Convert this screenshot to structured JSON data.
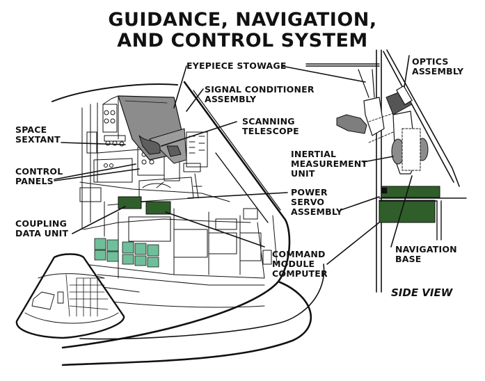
{
  "title": {
    "line1": "GUIDANCE, NAVIGATION,",
    "line2": "AND CONTROL SYSTEM"
  },
  "labels": {
    "eyepiece_stowage": "EYEPIECE STOWAGE",
    "signal_conditioner": "SIGNAL CONDITIONER\nASSEMBLY",
    "scanning_telescope": "SCANNING\nTELESCOPE",
    "space_sextant": "SPACE\nSEXTANT",
    "control_panels": "CONTROL\nPANELS",
    "coupling_data_unit": "COUPLING\nDATA UNIT",
    "power_servo": "POWER\nSERVO\nASSEMBLY",
    "command_module_computer": "COMMAND\nMODULE\nCOMPUTER",
    "optics_assembly": "OPTICS\nASSEMBLY",
    "inertial_measurement_unit": "INERTIAL\nMEASUREMENT\nUNIT",
    "navigation_base": "NAVIGATION\nBASE",
    "side_view": "SIDE VIEW"
  },
  "colors": {
    "ink": "#111111",
    "highlight_dark_green": "#2f5e2a",
    "highlight_light_green": "#6fbf9a",
    "optics_gray": "#8c8c8c",
    "background": "#ffffff"
  }
}
